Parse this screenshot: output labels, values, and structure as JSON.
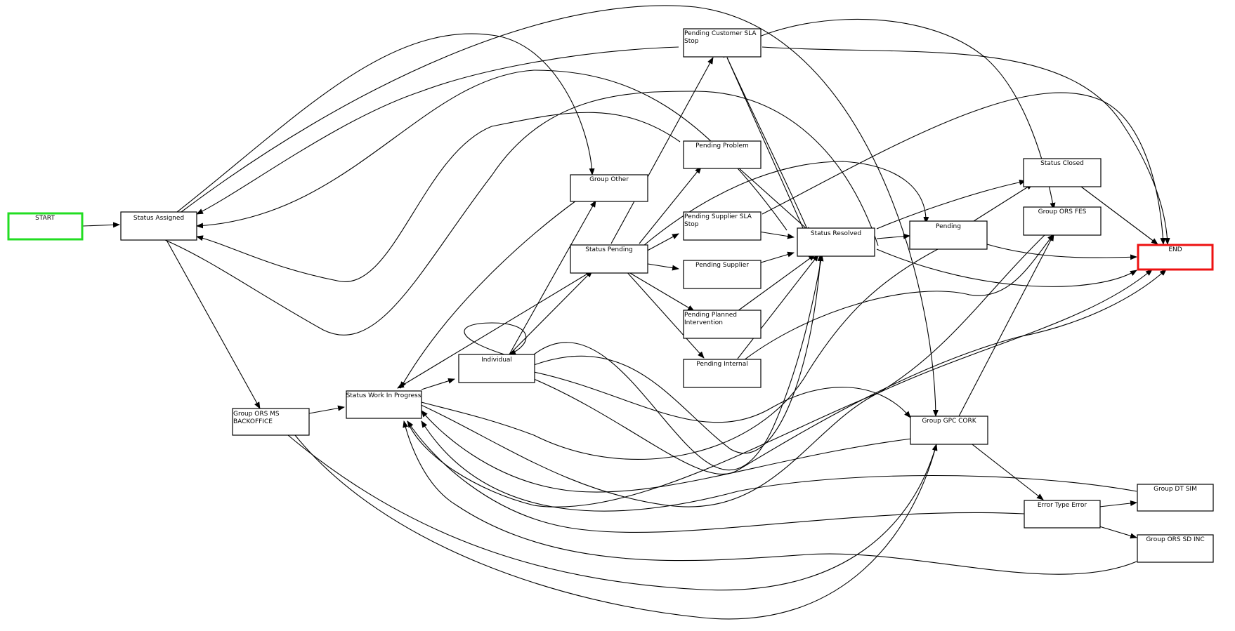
{
  "diagram": {
    "nodes": [
      {
        "id": "start",
        "lines": [
          "START"
        ],
        "border": "#22dd22"
      },
      {
        "id": "assigned",
        "lines": [
          "Status Assigned"
        ]
      },
      {
        "id": "ors_ms",
        "lines": [
          "Group ORS MS",
          "BACKOFFICE"
        ]
      },
      {
        "id": "wip",
        "lines": [
          "Status Work In Progress"
        ]
      },
      {
        "id": "individual",
        "lines": [
          "Individual"
        ]
      },
      {
        "id": "group_other",
        "lines": [
          "Group Other"
        ]
      },
      {
        "id": "pending_status",
        "lines": [
          "Status Pending"
        ]
      },
      {
        "id": "pcss",
        "lines": [
          "Pending Customer SLA",
          "Stop"
        ]
      },
      {
        "id": "pproblem",
        "lines": [
          "Pending Problem"
        ]
      },
      {
        "id": "psss",
        "lines": [
          "Pending Supplier SLA",
          "Stop"
        ]
      },
      {
        "id": "psupplier",
        "lines": [
          "Pending Supplier"
        ]
      },
      {
        "id": "pplanned",
        "lines": [
          "Pending Planned",
          "Intervention"
        ]
      },
      {
        "id": "pinternal",
        "lines": [
          "Pending Internal"
        ]
      },
      {
        "id": "resolved",
        "lines": [
          "Status Resolved"
        ]
      },
      {
        "id": "pending",
        "lines": [
          "Pending"
        ]
      },
      {
        "id": "closed",
        "lines": [
          "Status Closed"
        ]
      },
      {
        "id": "ors_fes",
        "lines": [
          "Group ORS FES"
        ]
      },
      {
        "id": "gpc_cork",
        "lines": [
          "Group GPC CORK"
        ]
      },
      {
        "id": "error",
        "lines": [
          "Error Type Error"
        ]
      },
      {
        "id": "dt_sim",
        "lines": [
          "Group DT SIM"
        ]
      },
      {
        "id": "ors_sd",
        "lines": [
          "Group ORS SD INC"
        ]
      },
      {
        "id": "end",
        "lines": [
          "END"
        ],
        "border": "#ee1111"
      }
    ]
  }
}
